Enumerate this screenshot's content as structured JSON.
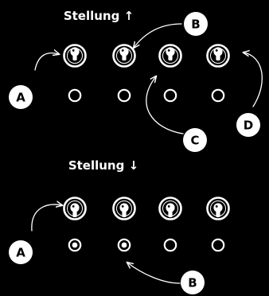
{
  "colors": {
    "background": "#000000",
    "ink": "#ffffff",
    "callout_fill": "#ffffff",
    "callout_text": "#000000"
  },
  "panels": [
    {
      "id": "up",
      "heading": "Stellung ↑",
      "switch_state": "up",
      "switches": [
        1,
        2,
        3,
        4
      ],
      "leds": [
        {
          "index": 1,
          "state": "off"
        },
        {
          "index": 2,
          "state": "off"
        },
        {
          "index": 3,
          "state": "off"
        },
        {
          "index": 4,
          "state": "off"
        }
      ]
    },
    {
      "id": "down",
      "heading": "Stellung ↓",
      "switch_state": "down",
      "switches": [
        1,
        2,
        3,
        4
      ],
      "leds": [
        {
          "index": 1,
          "state": "on"
        },
        {
          "index": 2,
          "state": "on"
        },
        {
          "index": 3,
          "state": "off"
        },
        {
          "index": 4,
          "state": "off"
        }
      ]
    }
  ],
  "callouts": [
    {
      "id": "a-top",
      "label": "A",
      "target": "switch-1-up"
    },
    {
      "id": "b-top",
      "label": "B",
      "target": "switch-2-up"
    },
    {
      "id": "c-top",
      "label": "C",
      "target": "switch-3-up"
    },
    {
      "id": "d-top",
      "label": "D",
      "target": "switch-4-up"
    },
    {
      "id": "a-bottom",
      "label": "A",
      "target": "switch-1-down"
    },
    {
      "id": "b-bottom",
      "label": "B",
      "target": "led-2-down"
    }
  ]
}
